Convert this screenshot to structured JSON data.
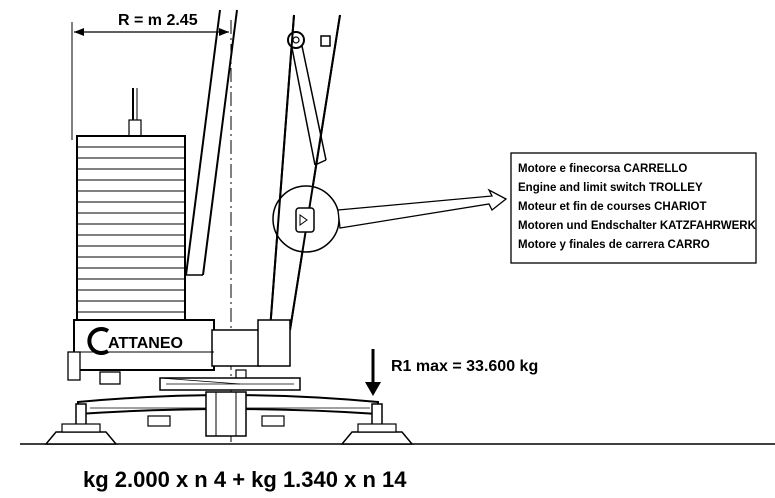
{
  "radius_label": "R = m 2.45",
  "load_label": "R1 max = 33.600 kg",
  "ballast_formula": "kg 2.000 x n 4 + kg 1.340 x n 14",
  "brand_logo_text": "CATTANEO",
  "callout": {
    "lines": [
      "Motore e finecorsa CARRELLO",
      "Engine and limit switch TROLLEY",
      "Moteur et fin de courses CHARIOT",
      "Motoren und Endschalter KATZFAHRWERK",
      "Motore y finales de carrera CARRO"
    ]
  }
}
